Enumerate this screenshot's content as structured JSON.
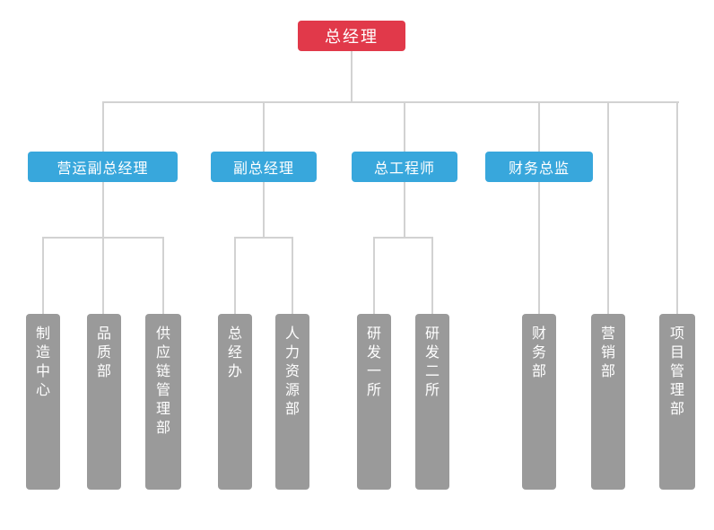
{
  "colors": {
    "root_node": "#e1394a",
    "manager_node": "#38a7dc",
    "department_node": "#9a9a9a",
    "connector": "#d2d2d2",
    "node_text": "#ffffff",
    "background": "#ffffff"
  },
  "org_chart": {
    "root": {
      "label": "总经理"
    },
    "managers": [
      {
        "label": "营运副总经理",
        "departments": [
          "制造中心",
          "品质部",
          "供应链管理部"
        ]
      },
      {
        "label": "副总经理",
        "departments": [
          "总经办",
          "人力资源部"
        ]
      },
      {
        "label": "总工程师",
        "departments": [
          "研发一所",
          "研发二所"
        ]
      },
      {
        "label": "财务总监",
        "departments": [
          "财务部"
        ]
      }
    ],
    "direct_departments": [
      "营销部",
      "项目管理部"
    ]
  }
}
